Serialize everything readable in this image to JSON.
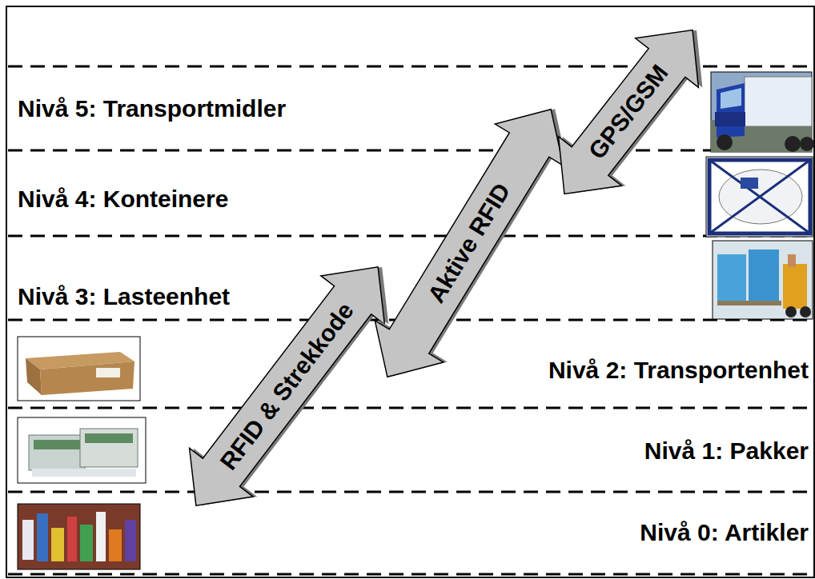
{
  "diagram": {
    "nodes": [
      {
        "text": [
          "RFID & Strekkode"
        ]
      },
      {
        "text": [
          "Aktive RFID"
        ]
      },
      {
        "text": [
          "GPS/GSM"
        ]
      }
    ],
    "labels": [
      "Nivå 5: Transportmidler",
      "Nivå 4: Konteinere",
      "Nivå 3: Lasteenhet",
      "Nivå 2: Transportenhet",
      "Nivå 1: Pakker",
      "Nivå 0: Artikler"
    ]
  }
}
